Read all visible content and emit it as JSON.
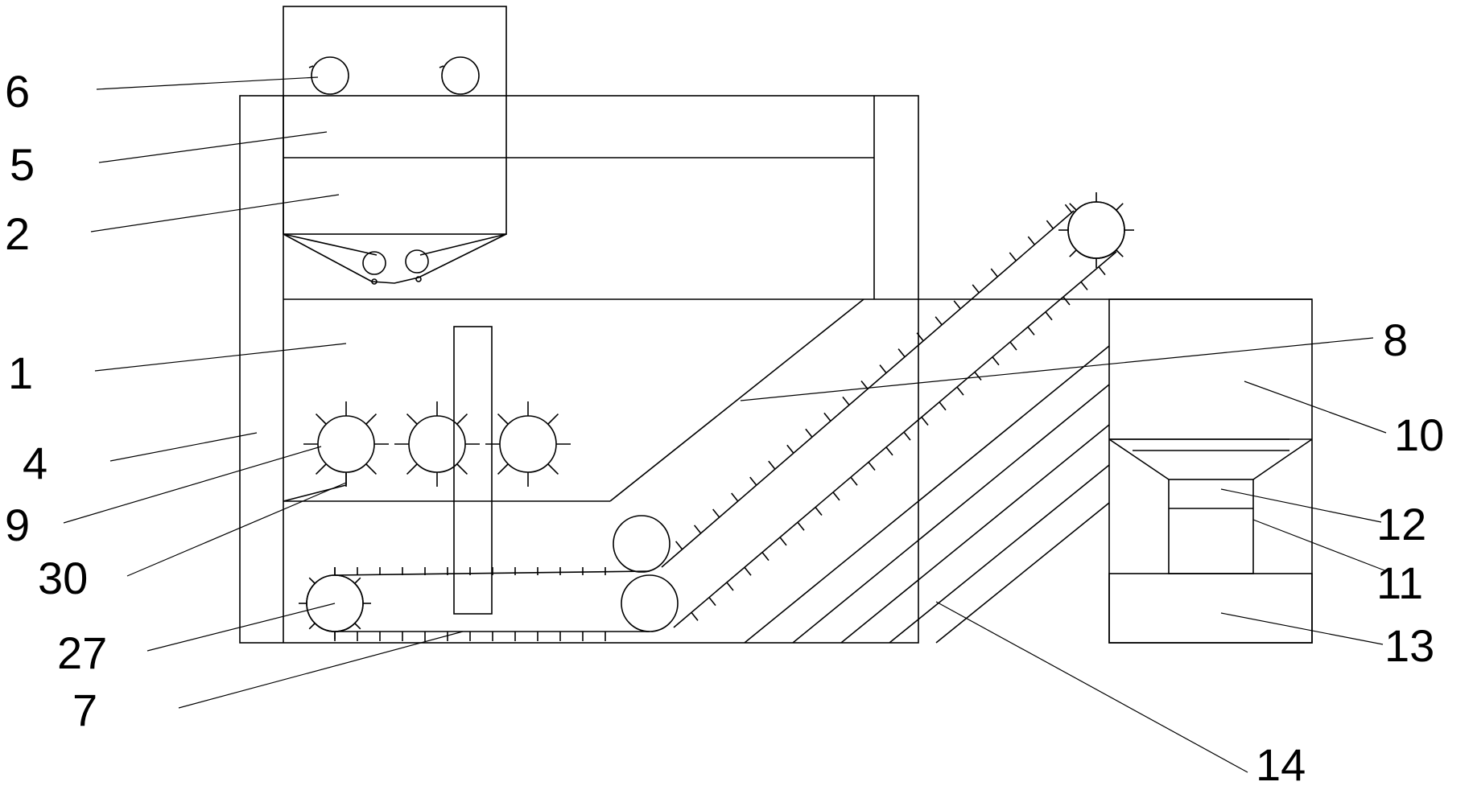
{
  "labels": {
    "l6": "6",
    "l5": "5",
    "l2": "2",
    "l1": "1",
    "l4": "4",
    "l9": "9",
    "l30": "30",
    "l27": "27",
    "l7": "7",
    "l8": "8",
    "l10": "10",
    "l12": "12",
    "l11": "11",
    "l13": "13",
    "l14": "14"
  }
}
